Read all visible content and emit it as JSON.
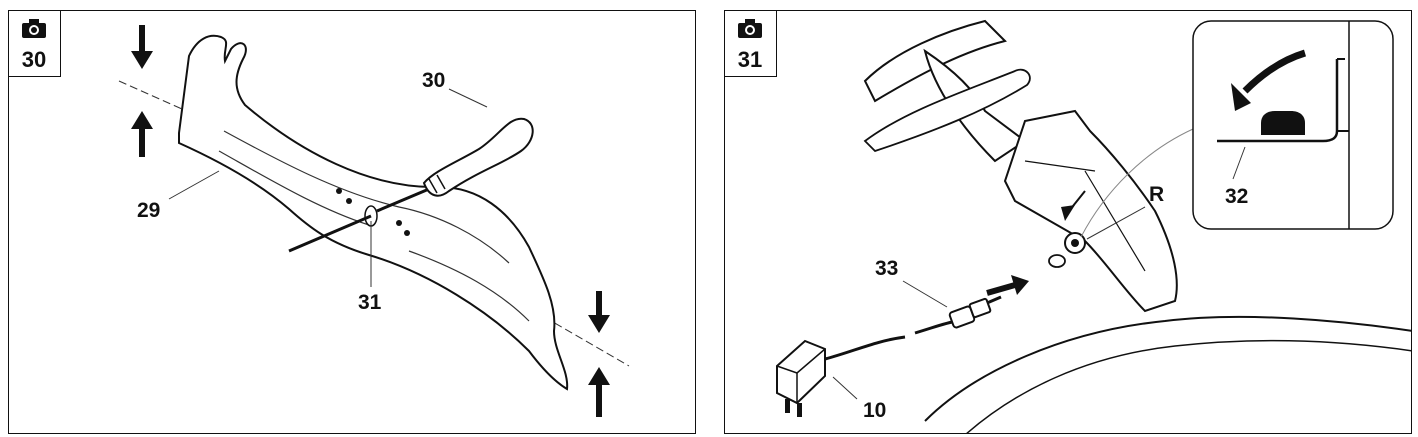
{
  "figures": [
    {
      "number": "30",
      "callouts": {
        "blade": "29",
        "tool": "30",
        "rod": "31"
      }
    },
    {
      "number": "31",
      "callouts": {
        "charger": "10",
        "bracket": "32",
        "plug": "33",
        "socket": "R"
      }
    }
  ],
  "icons": [
    "camera-icon",
    "arrow-down-icon",
    "arrow-up-icon",
    "curved-arrow-icon",
    "arrow-right-icon"
  ]
}
